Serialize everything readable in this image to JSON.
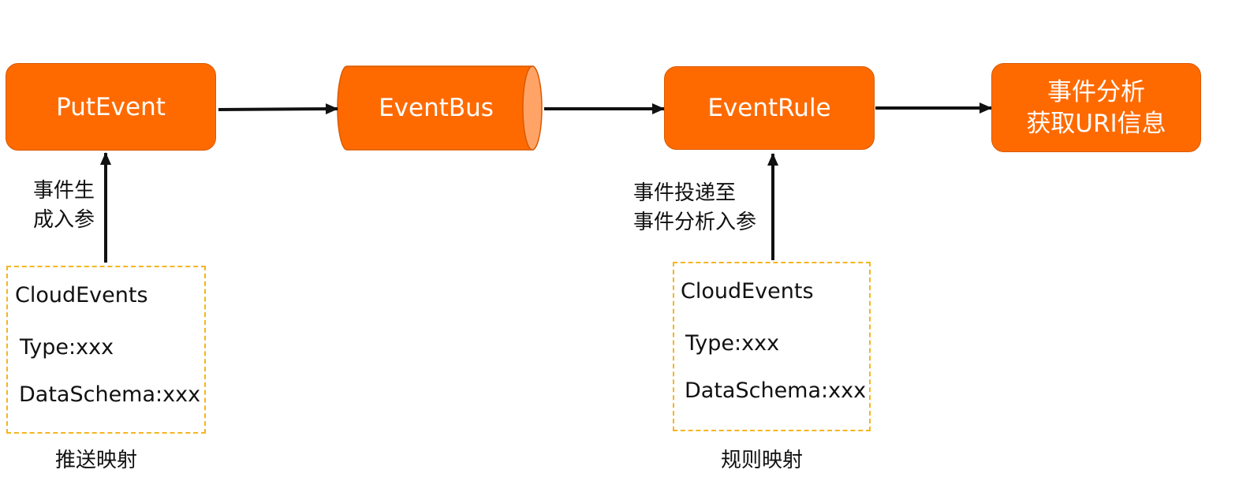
{
  "nodes": {
    "put_event": "PutEvent",
    "event_bus": "EventBus",
    "event_rule": "EventRule",
    "event_analysis": "事件分析\n获取URI信息"
  },
  "edge_labels": {
    "generate_params": "事件生\n成入参",
    "deliver_params": "事件投递至\n事件分析入参"
  },
  "schemas": [
    {
      "title": "CloudEvents",
      "type": "Type:xxx",
      "data_schema": "DataSchema:xxx",
      "caption": "推送映射"
    },
    {
      "title": "CloudEvents",
      "type": "Type:xxx",
      "data_schema": "DataSchema:xxx",
      "caption": "规则映射"
    }
  ],
  "colors": {
    "node_fill": "#ff6a00",
    "cylinder_end": "#ffa366",
    "dashed_border": "#f5b520",
    "arrow": "#111111"
  }
}
